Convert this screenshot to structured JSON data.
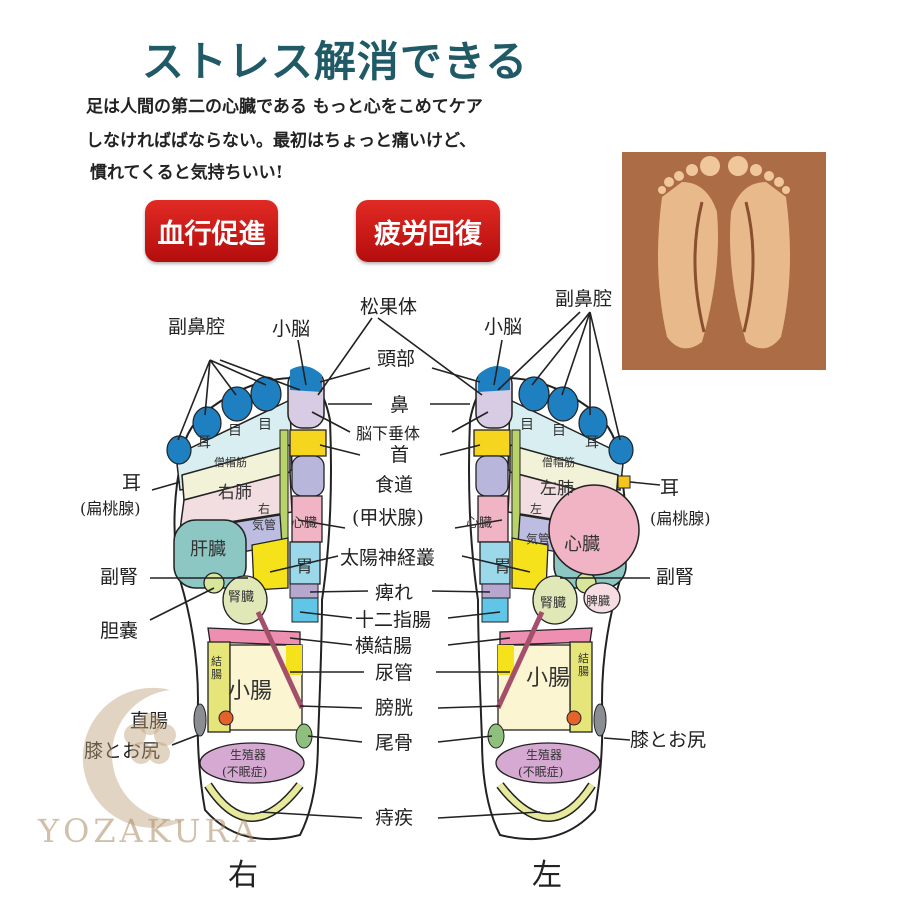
{
  "title": "ストレス解消できる",
  "intro": [
    "足は人間の第二の心臓である もっと心をこめてケア",
    "しなければばならない。最初はちょっと痛いけど、",
    "慣れてくると気持ちいい!"
  ],
  "badges": [
    "血行促進",
    "疲労回復"
  ],
  "center_labels": {
    "pineal": "松果体",
    "head": "頭部",
    "nose": "鼻",
    "pituitary": "脳下垂体",
    "neck": "首",
    "esophagus": "食道",
    "thyroid": "(甲状腺)",
    "solar_plexus": "太陽神経叢",
    "numbness": "痺れ",
    "duodenum": "十二指腸",
    "transverse_colon": "横結腸",
    "ureter": "尿管",
    "bladder": "膀胱",
    "coccyx": "尾骨",
    "hemorrhoids": "痔疾"
  },
  "right_foot": {
    "side_label": "右",
    "outer_labels": {
      "sinus": "副鼻腔",
      "cerebellum": "小脳",
      "ear": "耳",
      "tonsil": "(扁桃腺)",
      "adrenal": "副腎",
      "gallbladder": "胆嚢",
      "rectum": "直腸",
      "knee_hip": "膝とお尻"
    },
    "zones": {
      "eye1": "目",
      "eye2": "目",
      "ear": "耳",
      "trapezius": "僧帽筋",
      "lung": "右肺",
      "bronchus_1": "右",
      "bronchus_2": "気管",
      "heart": "心臓",
      "liver": "肝臓",
      "stomach": "胃",
      "kidney": "腎臓",
      "colon": "結腸",
      "small_intestine": "小腸",
      "genitals": "生殖器",
      "insomnia": "(不眠症)"
    }
  },
  "left_foot": {
    "side_label": "左",
    "outer_labels": {
      "sinus": "副鼻腔",
      "cerebellum": "小脳",
      "ear": "耳",
      "tonsil": "(扁桃腺)",
      "adrenal": "副腎",
      "knee_hip": "膝とお尻"
    },
    "zones": {
      "eye1": "目",
      "eye2": "目",
      "ear": "耳",
      "trapezius": "僧帽筋",
      "lung": "左肺",
      "bronchus_1": "左",
      "bronchus_2": "気管",
      "heart_small": "心臓",
      "heart": "心臓",
      "stomach": "胃",
      "kidney": "腎臓",
      "spleen": "脾臓",
      "small_intestine": "小腸",
      "colon": "結腸",
      "genitals": "生殖器",
      "insomnia": "(不眠症)"
    }
  },
  "watermark": "YOZAKURA",
  "colors": {
    "title": "#1f5a66",
    "badge": "#c8151a",
    "toe": "#1e7fc1"
  }
}
